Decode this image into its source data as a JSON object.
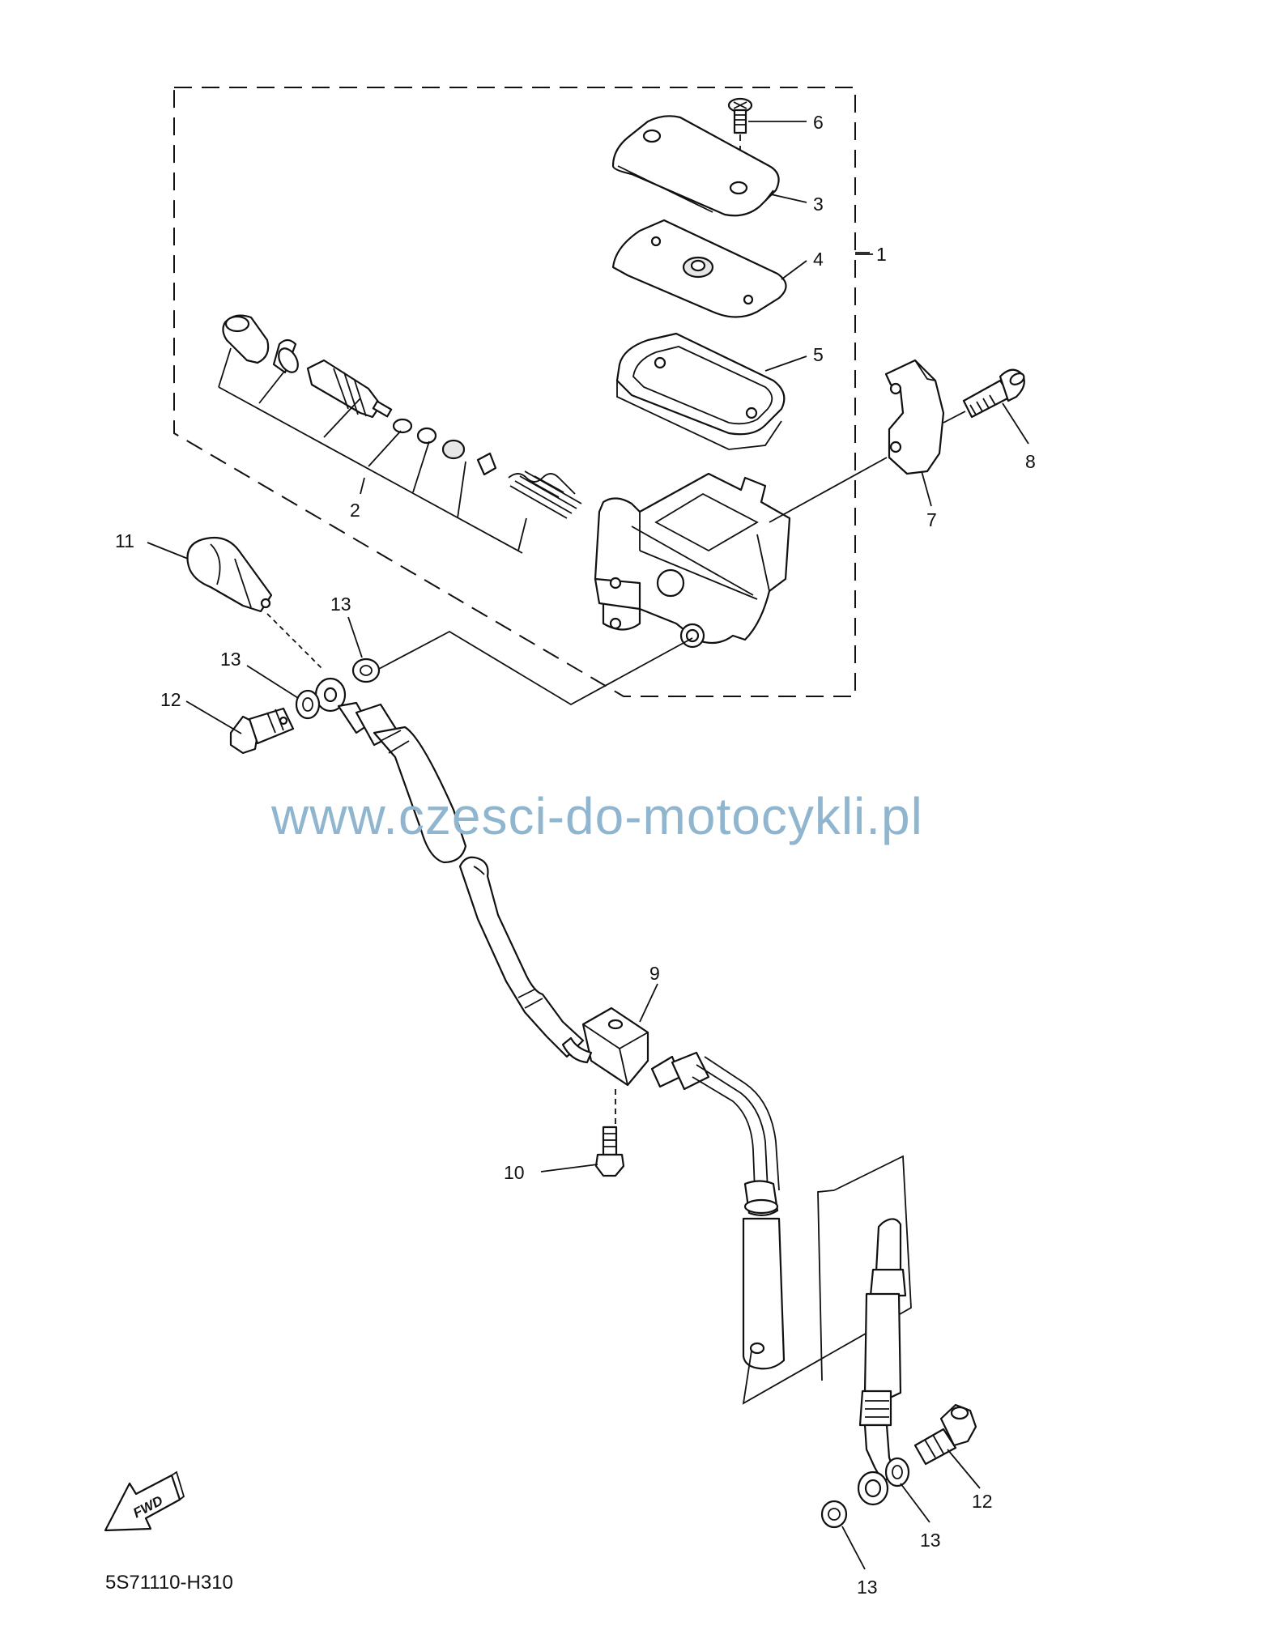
{
  "diagram": {
    "callouts": [
      "1",
      "2",
      "3",
      "4",
      "5",
      "6",
      "7",
      "8",
      "9",
      "10",
      "11",
      "12",
      "13"
    ],
    "watermark": "www.czesci-do-motocykli.pl",
    "fwd_label": "FWD",
    "diagram_code": "5S71110-H310",
    "ink_color": "#111111",
    "watermark_color": "#8fb5cf"
  }
}
